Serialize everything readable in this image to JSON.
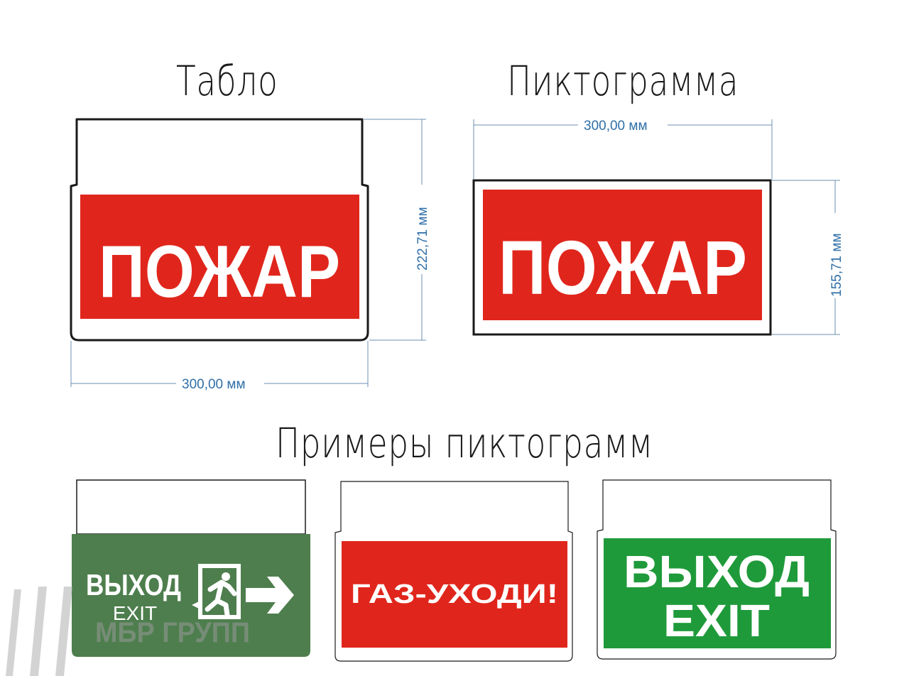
{
  "headings": {
    "tablo": "Табло",
    "pictogram": "Пиктограмма",
    "examples": "Примеры пиктограмм"
  },
  "dimensions": {
    "tablo_width": "300,00 мм",
    "tablo_height": "222,71 мм",
    "pictogram_width": "300,00 мм",
    "pictogram_height": "155,71 мм"
  },
  "signs": {
    "tablo_text": "ПОЖАР",
    "pictogram_text": "ПОЖАР",
    "example1_line1": "ВЫХОД",
    "example1_line2": "EXIT",
    "example2_text": "ГАЗ-УХОДИ!",
    "example3_line1": "ВЫХОД",
    "example3_line2": "EXIT"
  },
  "watermark": {
    "text": "МБР ГРУПП"
  },
  "colors": {
    "red": "#e0261c",
    "green_dark": "#4e7e4e",
    "green": "#1f9a3a",
    "outline": "#1a1a1a",
    "dimension": "#2f6fa8"
  },
  "icons": [
    "running-man-icon",
    "arrow-right-icon"
  ]
}
